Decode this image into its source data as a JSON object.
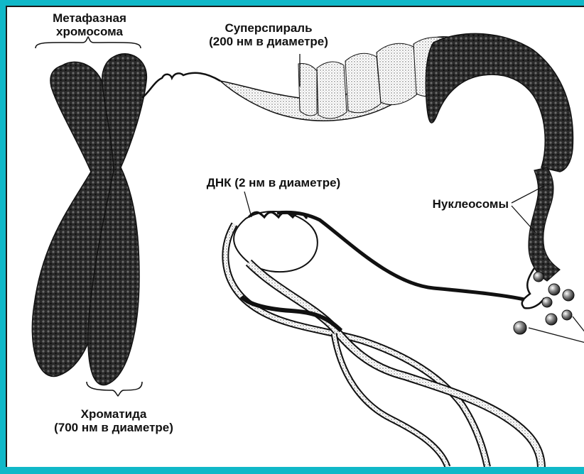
{
  "labels": {
    "metaphase_line1": "Метафазная",
    "metaphase_line2": "хромосома",
    "supercoil_line1": "Суперспираль",
    "supercoil_line2": "(200 нм в диаметре)",
    "dna": "ДНК (2 нм в диаметре)",
    "nucleosomes": "Нуклеосомы",
    "chromatid_line1": "Хроматида",
    "chromatid_line2": "(700 нм в диаметре)"
  },
  "colors": {
    "frame": "#10b8c8",
    "panel": "#ffffff",
    "ink": "#111111",
    "stipple": "#555555"
  }
}
